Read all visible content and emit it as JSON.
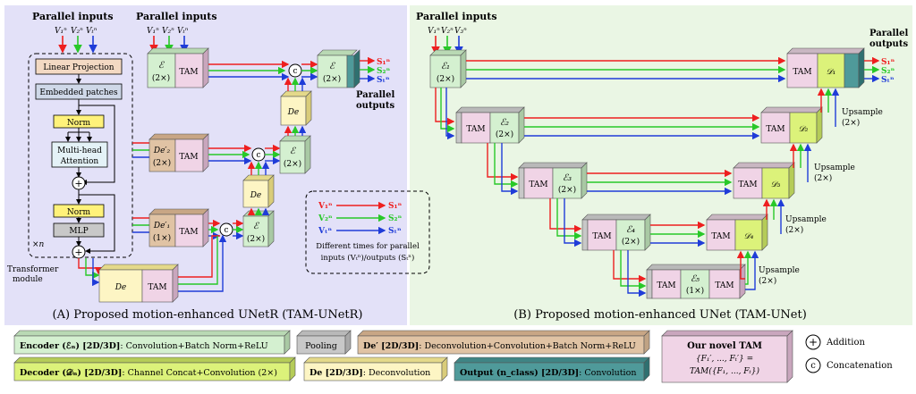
{
  "panel_a": {
    "caption": "(A) Proposed motion-enhanced UNetR (TAM-UNetR)",
    "parallel_inputs_left": "Parallel inputs",
    "parallel_inputs_mid": "Parallel inputs",
    "parallel_outputs": [
      "Parallel",
      "outputs"
    ],
    "v_labels": [
      "V₁ⁿ",
      "V₂ⁿ",
      "Vₜⁿ"
    ],
    "linear_projection": "Linear Projection",
    "embedded_patches": "Embedded patches",
    "norm": "Norm",
    "mha_line1": "Multi-head",
    "mha_line2": "Attention",
    "mlp": "MLP",
    "repeat": "×n",
    "transformer_line1": "Transformer",
    "transformer_line2": "module",
    "enc_top": [
      "ℰ",
      "(2×)"
    ],
    "tam": "TAM",
    "de2_prime": [
      "De′₂",
      "(2×)"
    ],
    "de1_prime": [
      "De′₁",
      "(1×)"
    ],
    "de": "De",
    "enc_mid": [
      "ℰ",
      "(2×)"
    ],
    "enc_low": [
      "ℰ",
      "(2×)"
    ],
    "enc_out": [
      "ℰ",
      "(2×)"
    ],
    "concat": "c",
    "add": "+",
    "s_labels": [
      "S₁ⁿ",
      "S₂ⁿ",
      "Sₜⁿ"
    ],
    "legend_v": [
      "V₁ⁿ",
      "V₂ⁿ",
      "Vₜⁿ"
    ],
    "legend_s": [
      "S₁ⁿ",
      "S₂ⁿ",
      "Sₜⁿ"
    ],
    "legend_note1": "Different times for parallel",
    "legend_note2": "inputs (Vₜⁿ)/outputs (Sₜⁿ)"
  },
  "panel_b": {
    "caption": "(B) Proposed motion-enhanced UNet (TAM-UNet)",
    "parallel_inputs": "Parallel inputs",
    "parallel_outputs": [
      "Parallel",
      "outputs"
    ],
    "v_labels": [
      "V₁ⁿ",
      "V₂ⁿ",
      "V₃ⁿ"
    ],
    "tam": "TAM",
    "enc1": [
      "ℰ₁",
      "(2×)"
    ],
    "enc2": [
      "ℰ₂",
      "(2×)"
    ],
    "enc3": [
      "ℰ₃",
      "(2×)"
    ],
    "enc4": [
      "ℰ₄",
      "(2×)"
    ],
    "enc5": [
      "ℰ₅",
      "(1×)"
    ],
    "dec1": "𝒟₁",
    "dec2": "𝒟₂",
    "dec3": "𝒟₃",
    "dec4": "𝒟₄",
    "upsample": "Upsample",
    "upsample_factor": "(2×)",
    "s_labels": [
      "S₁ⁿ",
      "S₂ⁿ",
      "Sₜⁿ"
    ]
  },
  "legend": {
    "encoder_bold": "Encoder (ℰₙ) [2D/3D]",
    "encoder_rest": ": Convolution+Batch Norm+ReLU",
    "pooling": "Pooling",
    "deprime_bold": "De′ [2D/3D]",
    "deprime_rest": ": Deconvolution+Convolution+Batch Norm+ReLU",
    "decoder_bold": "Decoder (𝒟ₙ) [2D/3D]",
    "decoder_rest": ": Channel Concat+Convolution (2×)",
    "de_bold": "De [2D/3D]",
    "de_rest": ": Deconvolution",
    "output_bold": "Output (n_class) [2D/3D]",
    "output_rest": ": Convolution",
    "tam_title": "Our novel TAM",
    "tam_formula1": "{F₁′, ..., Fₜ′} =",
    "tam_formula2": "TAM({F₁, ..., Fₜ})",
    "addition_symbol": "+",
    "addition": "Addition",
    "concat_symbol": "c",
    "concatenation": "Concatenation"
  },
  "colors": {
    "panel_a_bg": "#e3e1f8",
    "panel_b_bg": "#eaf6e4",
    "encoder": "#d4f0d0",
    "tam": "#f0d4e6",
    "de": "#fdf5c4",
    "deprime": "#e0c3a4",
    "decoder": "#dcf27a",
    "output": "#4f9a9a",
    "pooling": "#c8c8c8",
    "linear_projection": "#f3d9c3",
    "embedded_patches": "#cfd8e8",
    "norm": "#fff27a",
    "mha": "#e4f2f7",
    "red": "#ee1f1f",
    "green": "#28c828",
    "blue": "#1f3cd8"
  }
}
